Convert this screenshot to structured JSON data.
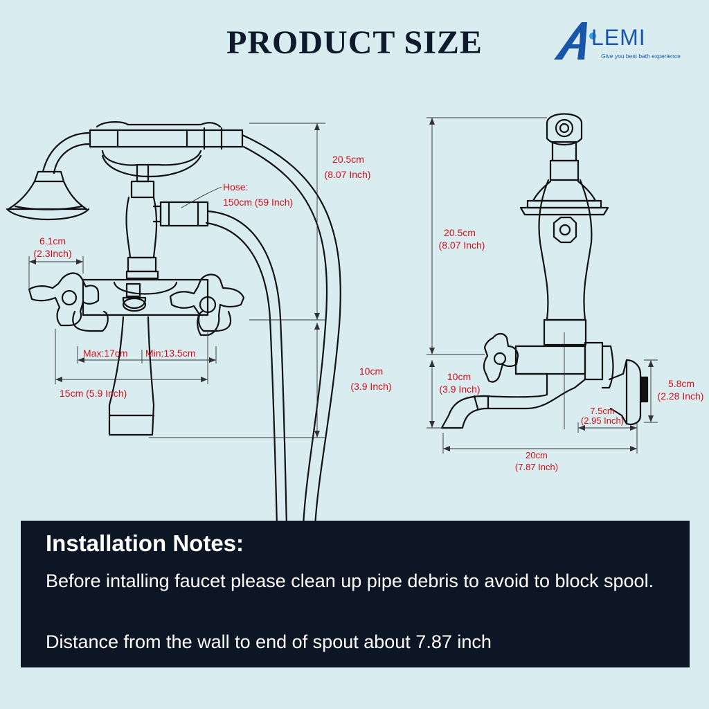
{
  "title": "PRODUCT SIZE",
  "brand": {
    "name": "AOLEMI",
    "name_rest": "LEMI",
    "tagline": "Give you best bath experience",
    "color": "#1a56a8"
  },
  "front_view": {
    "hose_label": "Hose:",
    "hose_length": "150cm (59 Inch)",
    "height_upper_cm": "20.5cm",
    "height_upper_in": "(8.07 Inch)",
    "height_lower_cm": "10cm",
    "height_lower_in": "(3.9 Inch)",
    "handle_cm": "6.1cm",
    "handle_in": "(2.3Inch)",
    "spacing_max": "Max:17cm",
    "spacing_min": "Min:13.5cm",
    "width": "15cm (5.9 Inch)"
  },
  "side_view": {
    "height_upper_cm": "20.5cm",
    "height_upper_in": "(8.07 Inch)",
    "height_lower_cm": "10cm",
    "height_lower_in": "(3.9 Inch)",
    "flange_cm": "5.8cm",
    "flange_in": "(2.28 Inch)",
    "inlet_cm": "7.5cm",
    "inlet_in": "(2.95 Inch)",
    "reach_cm": "20cm",
    "reach_in": "(7.87 Inch)"
  },
  "notes": {
    "heading": "Installation Notes:",
    "line1": "Before intalling faucet please clean up pipe debris to avoid to block spool.",
    "line2": "Distance from the wall to end of spout about 7.87 inch"
  },
  "colors": {
    "background": "#d9ecf0",
    "dimension_text": "#d0101a",
    "notes_panel": "#0d1625",
    "line_art": "#111111"
  }
}
